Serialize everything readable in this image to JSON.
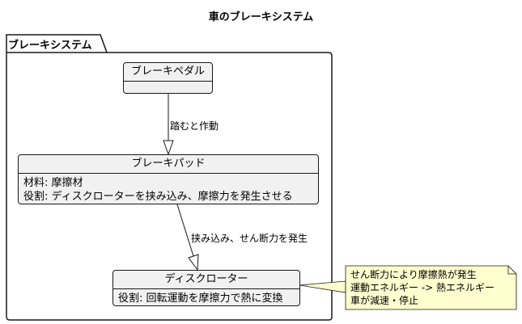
{
  "title": "車のブレーキシステム",
  "package": {
    "label": "ブレーキシステム"
  },
  "classes": {
    "pedal": {
      "name": "ブレーキペダル"
    },
    "pad": {
      "name": "ブレーキパッド",
      "attributes": [
        "材料: 摩擦材",
        "役割: ディスクローターを挟み込み、摩擦力を発生させる"
      ]
    },
    "rotor": {
      "name": "ディスクローター",
      "attributes": [
        "役割: 回転運動を摩擦力で熱に変換"
      ]
    }
  },
  "relations": [
    {
      "from": "ブレーキペダル",
      "to": "ブレーキパッド",
      "label": "踏むと作動"
    },
    {
      "from": "ブレーキパッド",
      "to": "ディスクローター",
      "label": "挟み込み、せん断力を発生"
    }
  ],
  "note": {
    "lines": [
      "せん断力により摩擦熱が発生",
      "運動エネルギー -> 熱エネルギー",
      "車が減速・停止"
    ]
  },
  "colors": {
    "line": "#181818",
    "class_fill": "#f1f1f1",
    "note_fill": "#fefece",
    "background": "#ffffff"
  }
}
